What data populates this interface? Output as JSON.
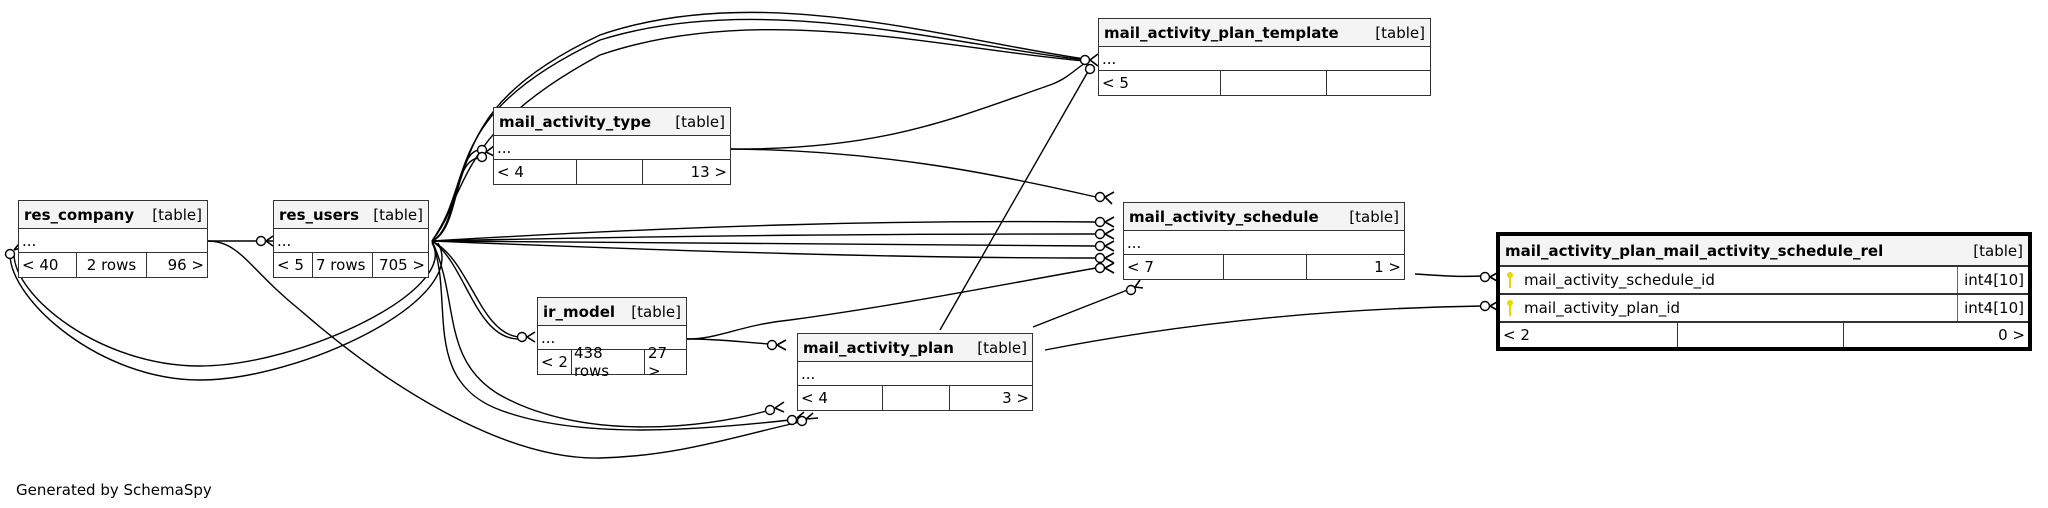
{
  "credit": "Generated by SchemaSpy",
  "tables": {
    "res_company": {
      "name": "res_company",
      "kind": "[table]",
      "columns_placeholder": "...",
      "footer": [
        "< 40",
        "2 rows",
        "96 >"
      ]
    },
    "res_users": {
      "name": "res_users",
      "kind": "[table]",
      "columns_placeholder": "...",
      "footer": [
        "< 5",
        "7 rows",
        "705 >"
      ]
    },
    "mail_activity_type": {
      "name": "mail_activity_type",
      "kind": "[table]",
      "columns_placeholder": "...",
      "footer": [
        "< 4",
        "",
        "13 >"
      ]
    },
    "mail_activity_plan_template": {
      "name": "mail_activity_plan_template",
      "kind": "[table]",
      "columns_placeholder": "...",
      "footer": [
        "< 5",
        "",
        ""
      ]
    },
    "mail_activity_schedule": {
      "name": "mail_activity_schedule",
      "kind": "[table]",
      "columns_placeholder": "...",
      "footer": [
        "< 7",
        "",
        "1 >"
      ]
    },
    "ir_model": {
      "name": "ir_model",
      "kind": "[table]",
      "columns_placeholder": "...",
      "footer": [
        "< 2",
        "438 rows",
        "27 >"
      ]
    },
    "mail_activity_plan": {
      "name": "mail_activity_plan",
      "kind": "[table]",
      "columns_placeholder": "...",
      "footer": [
        "< 4",
        "",
        "3 >"
      ]
    },
    "mail_activity_plan_mail_activity_schedule_rel": {
      "name": "mail_activity_plan_mail_activity_schedule_rel",
      "kind": "[table]",
      "columns": [
        {
          "name": "mail_activity_schedule_id",
          "type": "int4[10]",
          "icon": "primary-key-icon"
        },
        {
          "name": "mail_activity_plan_id",
          "type": "int4[10]",
          "icon": "primary-key-icon"
        }
      ],
      "footer": [
        "< 2",
        "",
        "0 >"
      ]
    }
  },
  "relationships": [
    {
      "from": "res_company",
      "to": "res_users",
      "cardinality": "zero-or-many"
    },
    {
      "from": "res_company",
      "to": "res_company",
      "cardinality": "zero-or-many"
    },
    {
      "from": "res_users",
      "to": "res_company",
      "cardinality": "zero-or-many"
    },
    {
      "from": "res_users",
      "to": "mail_activity_type",
      "cardinality": "zero-or-many"
    },
    {
      "from": "res_users",
      "to": "mail_activity_plan_template",
      "cardinality": "zero-or-many"
    },
    {
      "from": "res_users",
      "to": "mail_activity_schedule",
      "cardinality": "zero-or-many"
    },
    {
      "from": "res_users",
      "to": "ir_model",
      "cardinality": "zero-or-many"
    },
    {
      "from": "res_users",
      "to": "mail_activity_plan",
      "cardinality": "zero-or-many"
    },
    {
      "from": "res_company",
      "to": "mail_activity_plan",
      "cardinality": "zero-or-many"
    },
    {
      "from": "mail_activity_type",
      "to": "mail_activity_plan_template",
      "cardinality": "zero-or-many"
    },
    {
      "from": "mail_activity_type",
      "to": "mail_activity_schedule",
      "cardinality": "zero-or-many"
    },
    {
      "from": "ir_model",
      "to": "mail_activity_plan",
      "cardinality": "zero-or-many"
    },
    {
      "from": "ir_model",
      "to": "mail_activity_schedule",
      "cardinality": "zero-or-many"
    },
    {
      "from": "mail_activity_plan",
      "to": "mail_activity_plan_template",
      "cardinality": "zero-or-many"
    },
    {
      "from": "mail_activity_plan",
      "to": "mail_activity_schedule",
      "cardinality": "zero-or-many"
    },
    {
      "from": "mail_activity_schedule",
      "to": "mail_activity_plan_mail_activity_schedule_rel",
      "cardinality": "zero-or-many"
    },
    {
      "from": "mail_activity_plan",
      "to": "mail_activity_plan_mail_activity_schedule_rel",
      "cardinality": "zero-or-many"
    }
  ]
}
